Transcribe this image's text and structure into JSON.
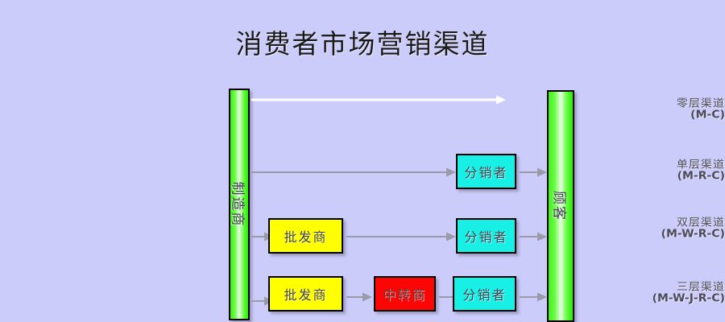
{
  "diagram": {
    "title": "消费者市场营销渠道",
    "background_color": "#ccccfa",
    "arrow_color_default": "#9a9aa8",
    "arrow_color_zero_level": "#ffffff"
  },
  "pillars": {
    "manufacturer": {
      "label": "制造商",
      "color": "#3df319"
    },
    "customer": {
      "label": "顾客",
      "color": "#22ee00"
    }
  },
  "rows": [
    {
      "id": "zero-level",
      "label_cn": "零层渠道",
      "label_en": "(M-C)",
      "nodes": []
    },
    {
      "id": "one-level",
      "label_cn": "单层渠道",
      "label_en": "(M-R-C)",
      "nodes": [
        {
          "label": "分销者",
          "color": "#18f0e6",
          "kind": "retailer"
        }
      ]
    },
    {
      "id": "two-level",
      "label_cn": "双层渠道",
      "label_en": "(M-W-R-C)",
      "nodes": [
        {
          "label": "批发商",
          "color": "#ffff00",
          "kind": "wholesaler"
        },
        {
          "label": "分销者",
          "color": "#18f0e6",
          "kind": "retailer"
        }
      ]
    },
    {
      "id": "three-level",
      "label_cn": "三层渠道",
      "label_en": "(M-W-J-R-C)",
      "nodes": [
        {
          "label": "批发商",
          "color": "#ffff00",
          "kind": "wholesaler"
        },
        {
          "label": "中转商",
          "color": "#fb0505",
          "kind": "jobber"
        },
        {
          "label": "分销者",
          "color": "#18f0e6",
          "kind": "retailer"
        }
      ]
    }
  ]
}
